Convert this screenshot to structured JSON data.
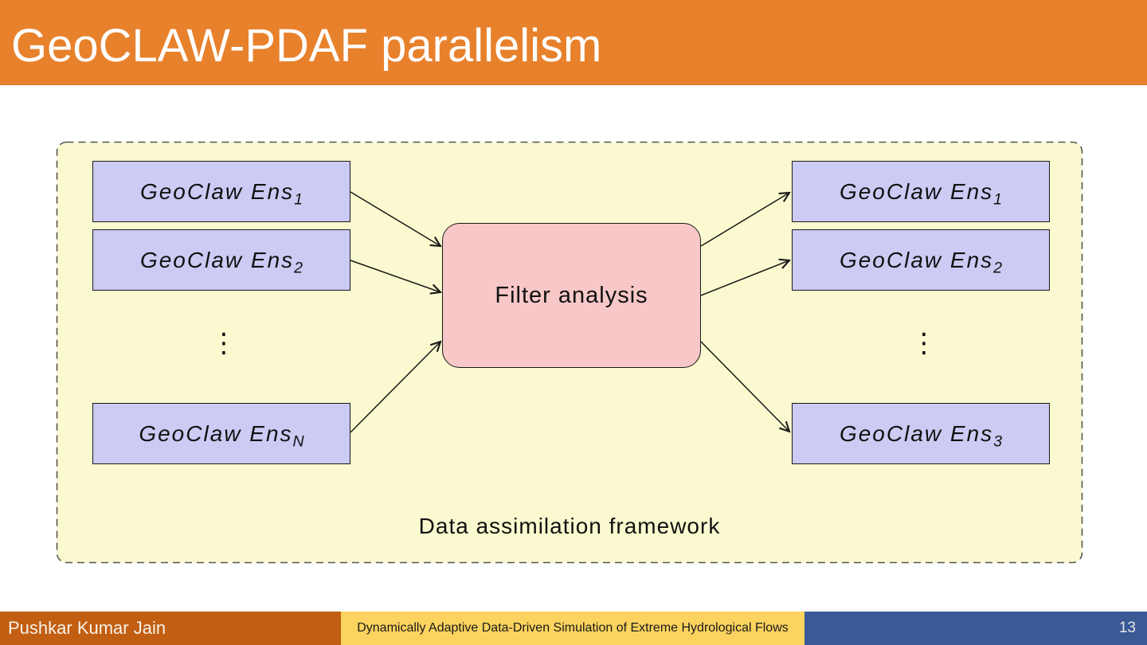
{
  "slide": {
    "title": "GeoCLAW-PDAF parallelism"
  },
  "diagram": {
    "caption": "Data assimilation framework",
    "filter_label": "Filter analysis",
    "ellipsis_symbol": "⋮",
    "left_boxes": [
      {
        "label": "GeoClaw Ens",
        "subscript": "1"
      },
      {
        "label": "GeoClaw Ens",
        "subscript": "2"
      },
      {
        "label": "GeoClaw Ens",
        "subscript": "N"
      }
    ],
    "right_boxes": [
      {
        "label": "GeoClaw Ens",
        "subscript": "1"
      },
      {
        "label": "GeoClaw Ens",
        "subscript": "2"
      },
      {
        "label": "GeoClaw Ens",
        "subscript": "3"
      }
    ]
  },
  "footer": {
    "author": "Pushkar Kumar Jain",
    "presentation_title": "Dynamically Adaptive Data-Driven Simulation of Extreme Hydrological Flows",
    "page_number": "13"
  },
  "colors": {
    "header_bg": "#E8812C",
    "panel_bg": "#FBF9CF",
    "ens_box_bg": "#CBCBF4",
    "filter_box_bg": "#F8C7C7",
    "footer_author_bg": "#C25E11",
    "footer_title_bg": "#FBD35E",
    "footer_page_bg": "#3A5A96"
  }
}
